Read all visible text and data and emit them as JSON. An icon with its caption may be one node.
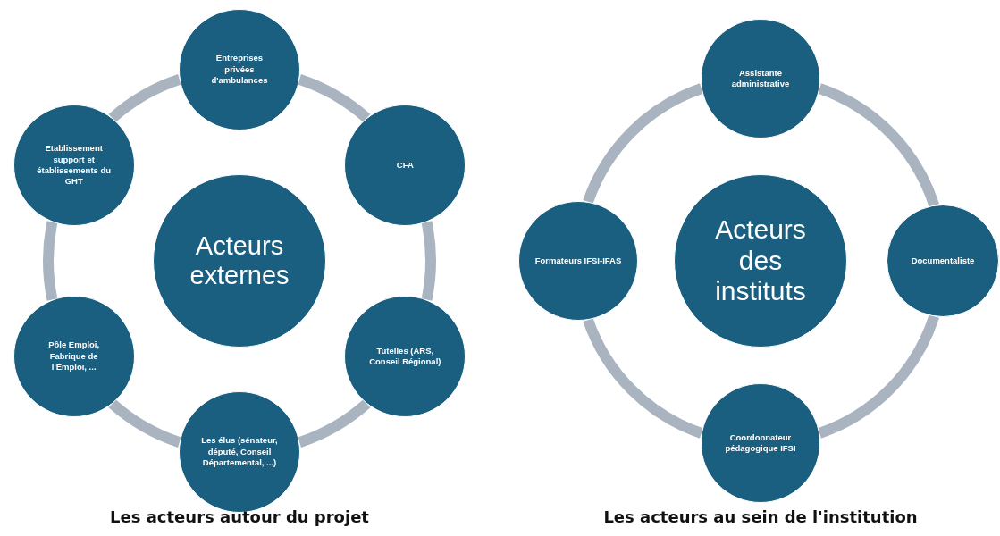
{
  "diagram": {
    "nodes": [
      {
        "text": [
          "Acteurs externes"
        ]
      },
      {
        "text": [
          "Entreprises privées d'ambulances"
        ]
      },
      {
        "text": [
          "CFA"
        ]
      },
      {
        "text": [
          "Tutelles (ARS, Conseil Régional)"
        ]
      },
      {
        "text": [
          "Les élus (sénateur, député, Conseil Départemental, ...)"
        ]
      },
      {
        "text": [
          "Pôle Emploi, Fabrique de l'Emploi, ..."
        ]
      },
      {
        "text": [
          "Etablissement support et établissements du GHT"
        ]
      },
      {
        "text": [
          "Acteurs des instituts"
        ]
      },
      {
        "text": [
          "Assistante administrative"
        ]
      },
      {
        "text": [
          "Documentaliste"
        ]
      },
      {
        "text": [
          "Coordonnateur pédagogique IFSI"
        ]
      },
      {
        "text": [
          "Formateurs IFSI-IFAS"
        ]
      }
    ],
    "edges": [
      {
        "from": 1,
        "to": 2,
        "arrow": "none"
      },
      {
        "from": 2,
        "to": 3,
        "arrow": "none"
      },
      {
        "from": 3,
        "to": 4,
        "arrow": "none"
      },
      {
        "from": 4,
        "to": 5,
        "arrow": "none"
      },
      {
        "from": 5,
        "to": 6,
        "arrow": "none"
      },
      {
        "from": 6,
        "to": 1,
        "arrow": "none"
      },
      {
        "from": 8,
        "to": 9,
        "arrow": "none"
      },
      {
        "from": 9,
        "to": 10,
        "arrow": "none"
      },
      {
        "from": 10,
        "to": 11,
        "arrow": "none"
      },
      {
        "from": 11,
        "to": 8,
        "arrow": "none"
      }
    ],
    "labels": [
      "Les acteurs autour du projet",
      "Les acteurs au sein de l'institution"
    ]
  }
}
